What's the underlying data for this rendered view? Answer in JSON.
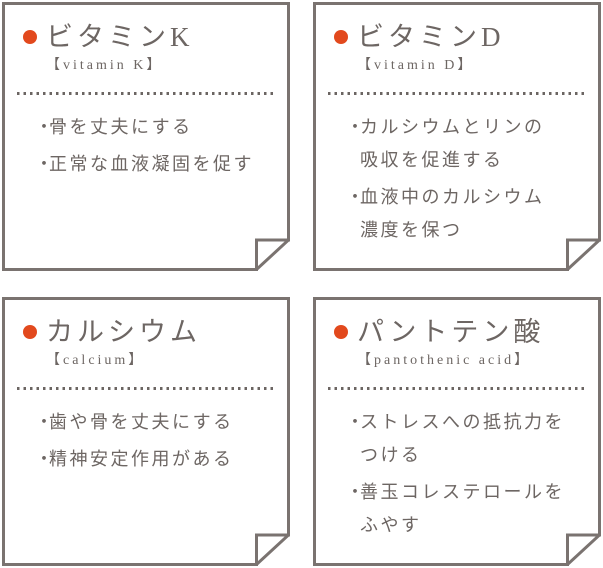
{
  "style": {
    "accent_dot_color": "#e2491d",
    "frame_border_color": "#7a7370",
    "text_color": "#6d6663",
    "divider_color": "#6b6562",
    "background_color": "#ffffff"
  },
  "bullet_char": "・",
  "cards": [
    {
      "id": "vitamin-k",
      "title": "ビタミンK",
      "subtitle": "【vitamin K】",
      "points": [
        {
          "lines": [
            "骨を丈夫にする"
          ]
        },
        {
          "lines": [
            "正常な血液凝固を促す"
          ]
        }
      ]
    },
    {
      "id": "vitamin-d",
      "title": "ビタミンD",
      "subtitle": "【vitamin D】",
      "points": [
        {
          "lines": [
            "カルシウムとリンの",
            "吸収を促進する"
          ]
        },
        {
          "lines": [
            "血液中のカルシウム",
            "濃度を保つ"
          ]
        }
      ]
    },
    {
      "id": "calcium",
      "title": "カルシウム",
      "subtitle": "【calcium】",
      "points": [
        {
          "lines": [
            "歯や骨を丈夫にする"
          ]
        },
        {
          "lines": [
            "精神安定作用がある"
          ]
        }
      ]
    },
    {
      "id": "pantothenic-acid",
      "title": "パントテン酸",
      "subtitle": "【pantothenic acid】",
      "points": [
        {
          "lines": [
            "ストレスへの抵抗力を",
            "つける"
          ]
        },
        {
          "lines": [
            "善玉コレステロールを",
            "ふやす"
          ]
        }
      ]
    }
  ]
}
